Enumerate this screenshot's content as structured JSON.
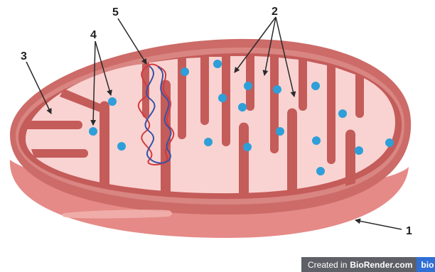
{
  "labels": {
    "outer_membrane": "1",
    "cristae": "2",
    "inner_membrane": "3",
    "ribosomes": "4",
    "dna": "5"
  },
  "watermark": {
    "prefix": "Created in",
    "brand": "BioRender.com",
    "logo_text": "bio"
  },
  "colors": {
    "outer_membrane": "#cc6b68",
    "outer_membrane_lower": "#e2807c",
    "intermembrane": "#d9807d",
    "inner_membrane": "#c85f5d",
    "matrix": "#f9d3d2",
    "ribosome": "#2e9fd8",
    "dna_strand_a": "#d23b3b",
    "dna_strand_b": "#3553a7",
    "arrow": "#2a2a2a"
  },
  "icons": {
    "ribosome": "blue-dot",
    "dna": "double-helix-loop"
  }
}
